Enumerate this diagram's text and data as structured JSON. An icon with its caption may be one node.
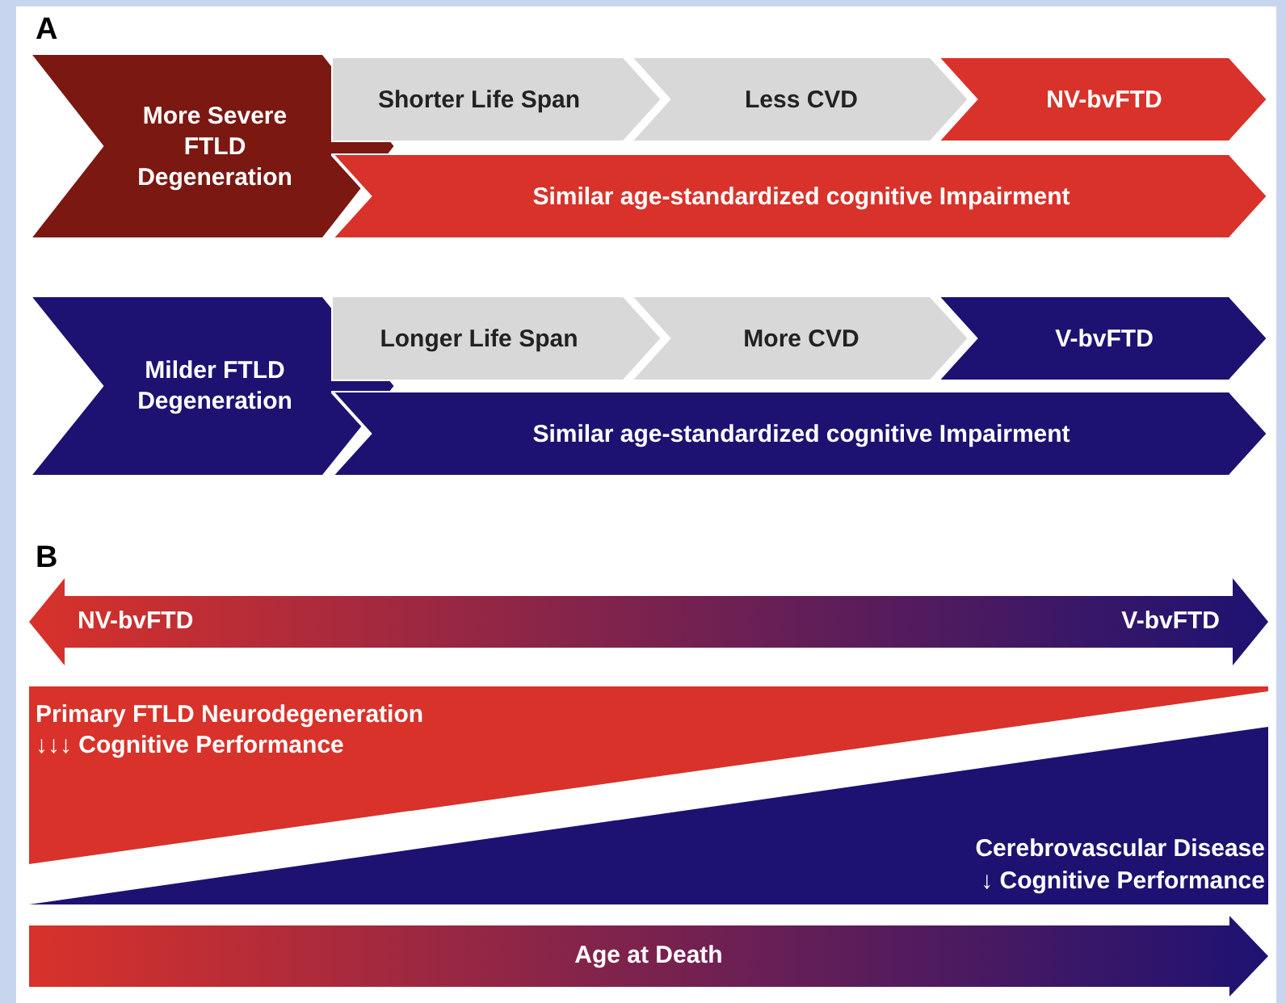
{
  "diagram": {
    "nodes": [
      {
        "text": [
          "More Severe FTLD Degeneration"
        ]
      },
      {
        "text": [
          "Shorter Life Span"
        ]
      },
      {
        "text": [
          "Less CVD"
        ]
      },
      {
        "text": [
          "NV-bvFTD"
        ]
      },
      {
        "text": [
          "Similar age-standardized cognitive Impairment"
        ]
      },
      {
        "text": [
          "Milder FTLD Degeneration"
        ]
      },
      {
        "text": [
          "Longer Life Span"
        ]
      },
      {
        "text": [
          "More CVD"
        ]
      },
      {
        "text": [
          "V-bvFTD"
        ]
      },
      {
        "text": [
          "Similar age-standardized cognitive Impairment"
        ]
      },
      {
        "text": [
          "NV-bvFTD",
          "V-bvFTD"
        ]
      },
      {
        "text": [
          "Primary FTLD Neurodegeneration",
          "↓↓↓ Cognitive Performance"
        ]
      },
      {
        "text": [
          "Cerebrovascular Disease",
          "↓ Cognitive Performance"
        ]
      },
      {
        "text": [
          "Age at Death"
        ]
      }
    ],
    "edges": [],
    "labels": [
      "A",
      "B"
    ]
  }
}
